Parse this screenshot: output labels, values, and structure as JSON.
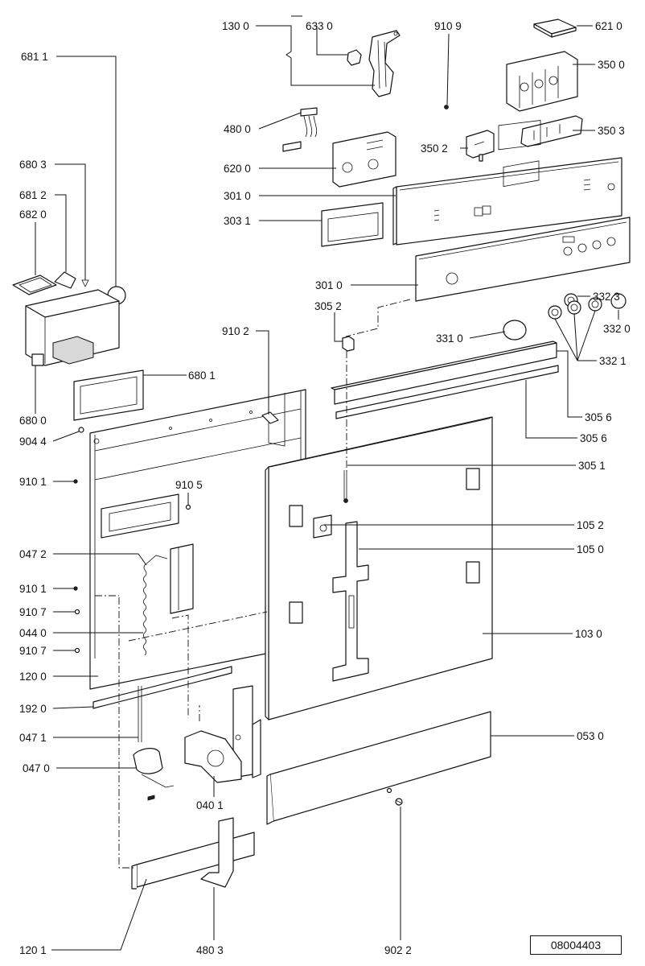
{
  "labels": {
    "p1300": "130 0",
    "p6330": "633 0",
    "p9109": "910 9",
    "p6210": "621 0",
    "p6811": "681 1",
    "p3500": "350 0",
    "p4800": "480 0",
    "p3502": "350 2",
    "p3503": "350 3",
    "p6803": "680 3",
    "p6200": "620 0",
    "p6812": "681 2",
    "p6820": "682 0",
    "p3010a": "301 0",
    "p3031": "303 1",
    "p3010b": "301 0",
    "p3052": "305 2",
    "p3323": "332 3",
    "p9102": "910 2",
    "p3310": "331 0",
    "p3320": "332 0",
    "p3321": "332 1",
    "p6801": "680 1",
    "p6800": "680 0",
    "p3056a": "305 6",
    "p9044": "904 4",
    "p3056b": "305 6",
    "p3051": "305 1",
    "p9101a": "910 1",
    "p9105": "910 5",
    "p1052": "105 2",
    "p0472": "047 2",
    "p1050": "105 0",
    "p9101b": "910 1",
    "p9107a": "910 7",
    "p0440": "044 0",
    "p1030": "103 0",
    "p9107b": "910 7",
    "p1200": "120 0",
    "p1920": "192 0",
    "p0471": "047 1",
    "p0530": "053 0",
    "p0470": "047 0",
    "p0401": "040 1",
    "p1201": "120 1",
    "p4803": "480 3",
    "p9022": "902 2"
  },
  "document_code": "08004403"
}
